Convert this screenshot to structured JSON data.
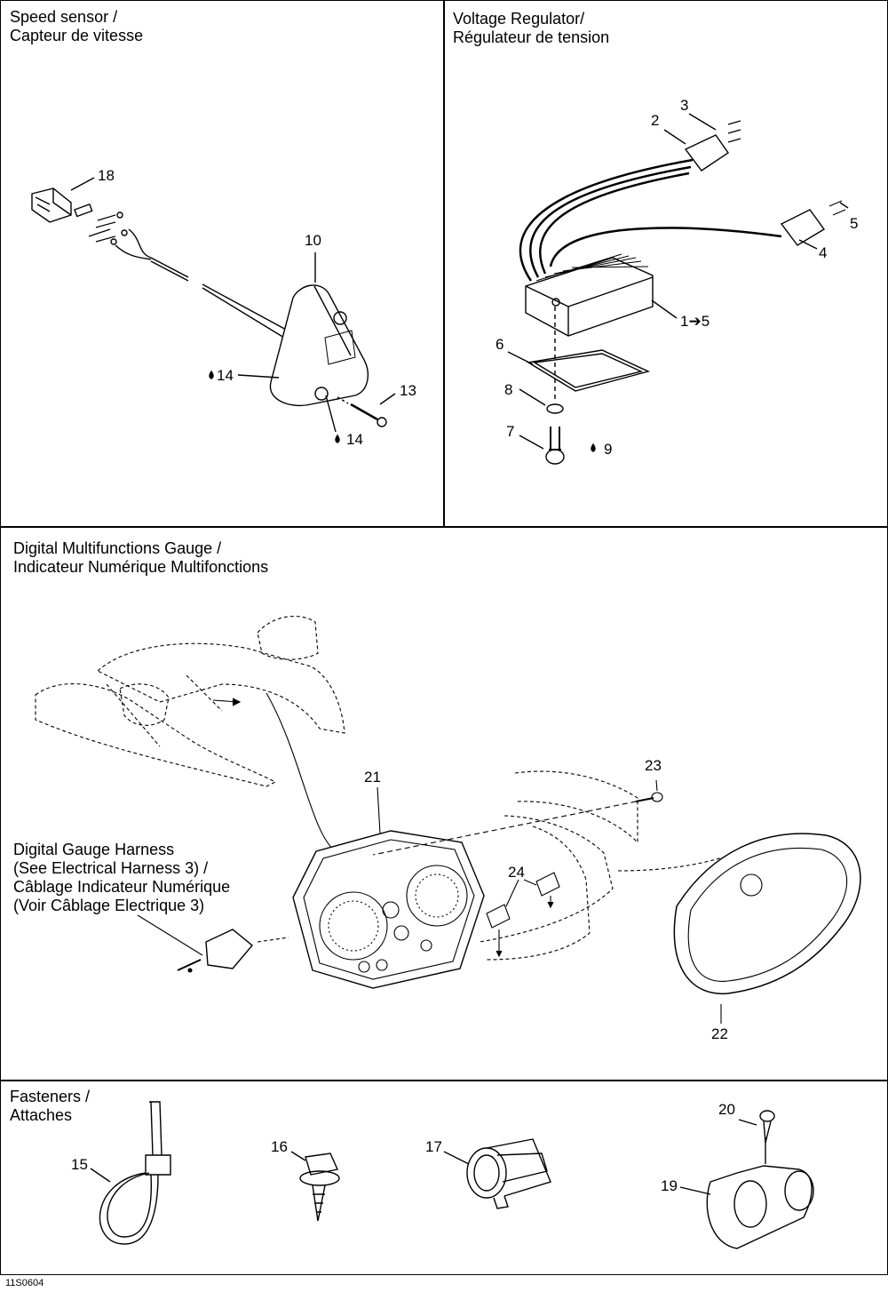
{
  "panels": {
    "speed_sensor": {
      "title": "Speed sensor /\nCapteur de vitesse"
    },
    "voltage_regulator": {
      "title": "Voltage Regulator/\nRégulateur de tension"
    },
    "gauge": {
      "title": "Digital Multifunctions Gauge /\nIndicateur Numérique Multifonctions"
    },
    "fasteners": {
      "title": "Fasteners /\nAttaches"
    }
  },
  "harness_note": "Digital Gauge Harness\n(See Electrical Harness 3) /\nCâblage Indicateur Numérique\n(Voir Câblage Electrique 3)",
  "callouts": {
    "c1": "1➔5",
    "c2": "2",
    "c3": "3",
    "c4": "4",
    "c5": "5",
    "c6": "6",
    "c7": "7",
    "c8": "8",
    "c9": "9",
    "c10": "10",
    "c13": "13",
    "c14a": "14",
    "c14b": "14",
    "c15": "15",
    "c16": "16",
    "c17": "17",
    "c18": "18",
    "c19": "19",
    "c20": "20",
    "c21": "21",
    "c22": "22",
    "c23": "23",
    "c24": "24"
  },
  "drawing_code": "11S0604"
}
